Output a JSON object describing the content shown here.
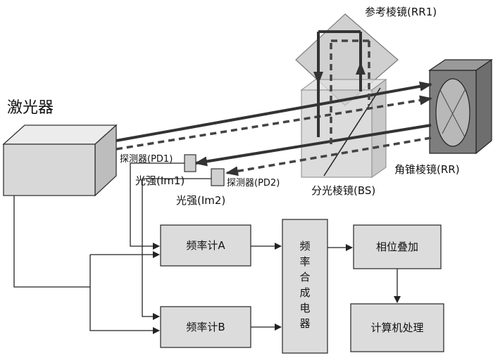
{
  "labels": {
    "laser": "激光器",
    "reference_prism": "参考棱镜(RR1)",
    "corner_prism": "角锥棱镜(RR)",
    "beam_splitter": "分光棱镜(BS)",
    "detector_pd1": "探测器(PD1)",
    "detector_pd2": "探测器(PD2)",
    "intensity_im1": "光强(Im1)",
    "intensity_im2": "光强(Im2)",
    "freq_meter_a": "频率计A",
    "freq_meter_b": "频率计B",
    "synthesizer": "频率合成电器",
    "phase_sum": "相位叠加",
    "computer": "计算机处理"
  },
  "colors": {
    "box_fill": "#dcdcdc",
    "line": "#222222",
    "prism_fill": "#c8c8c8"
  }
}
